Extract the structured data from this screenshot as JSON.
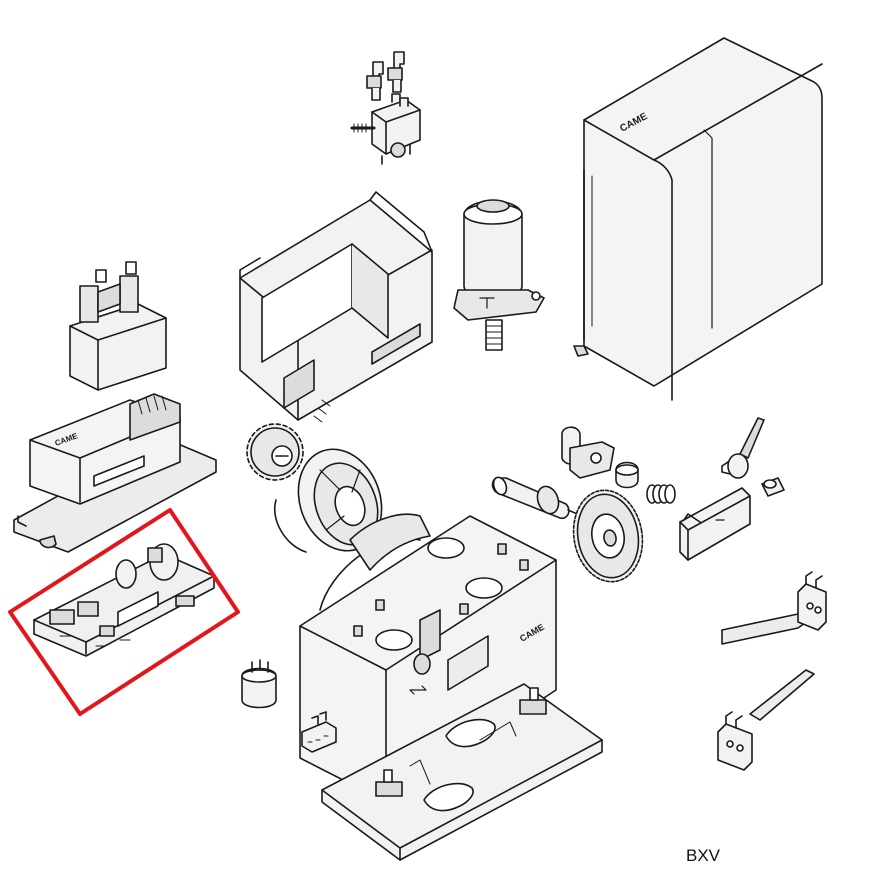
{
  "diagram": {
    "model": "BXV",
    "logo_text": "CAME",
    "highlight_color": "#e3161b",
    "line_color": "#1a1a1a",
    "fill_light": "#f2f2f2",
    "fill_mid": "#dcdcdc",
    "fill_dark": "#c8c8c8",
    "parts": [
      {
        "name": "terminal-clips"
      },
      {
        "name": "limit-switch-assembly"
      },
      {
        "name": "chassis-frame"
      },
      {
        "name": "motor"
      },
      {
        "name": "cover-housing"
      },
      {
        "name": "transformer"
      },
      {
        "name": "board-support"
      },
      {
        "name": "control-board",
        "highlighted": true
      },
      {
        "name": "pinion-gear"
      },
      {
        "name": "pulley-wheel"
      },
      {
        "name": "gearmotor-base"
      },
      {
        "name": "worm-shaft"
      },
      {
        "name": "bearing-bracket"
      },
      {
        "name": "bushing"
      },
      {
        "name": "spring"
      },
      {
        "name": "crown-gear"
      },
      {
        "name": "release-lever"
      },
      {
        "name": "release-knob-key"
      },
      {
        "name": "lock-cover"
      },
      {
        "name": "limit-bracket-upper"
      },
      {
        "name": "limit-bracket-lower"
      },
      {
        "name": "capacitor"
      },
      {
        "name": "terminal-block"
      },
      {
        "name": "anchor-plate"
      }
    ]
  }
}
